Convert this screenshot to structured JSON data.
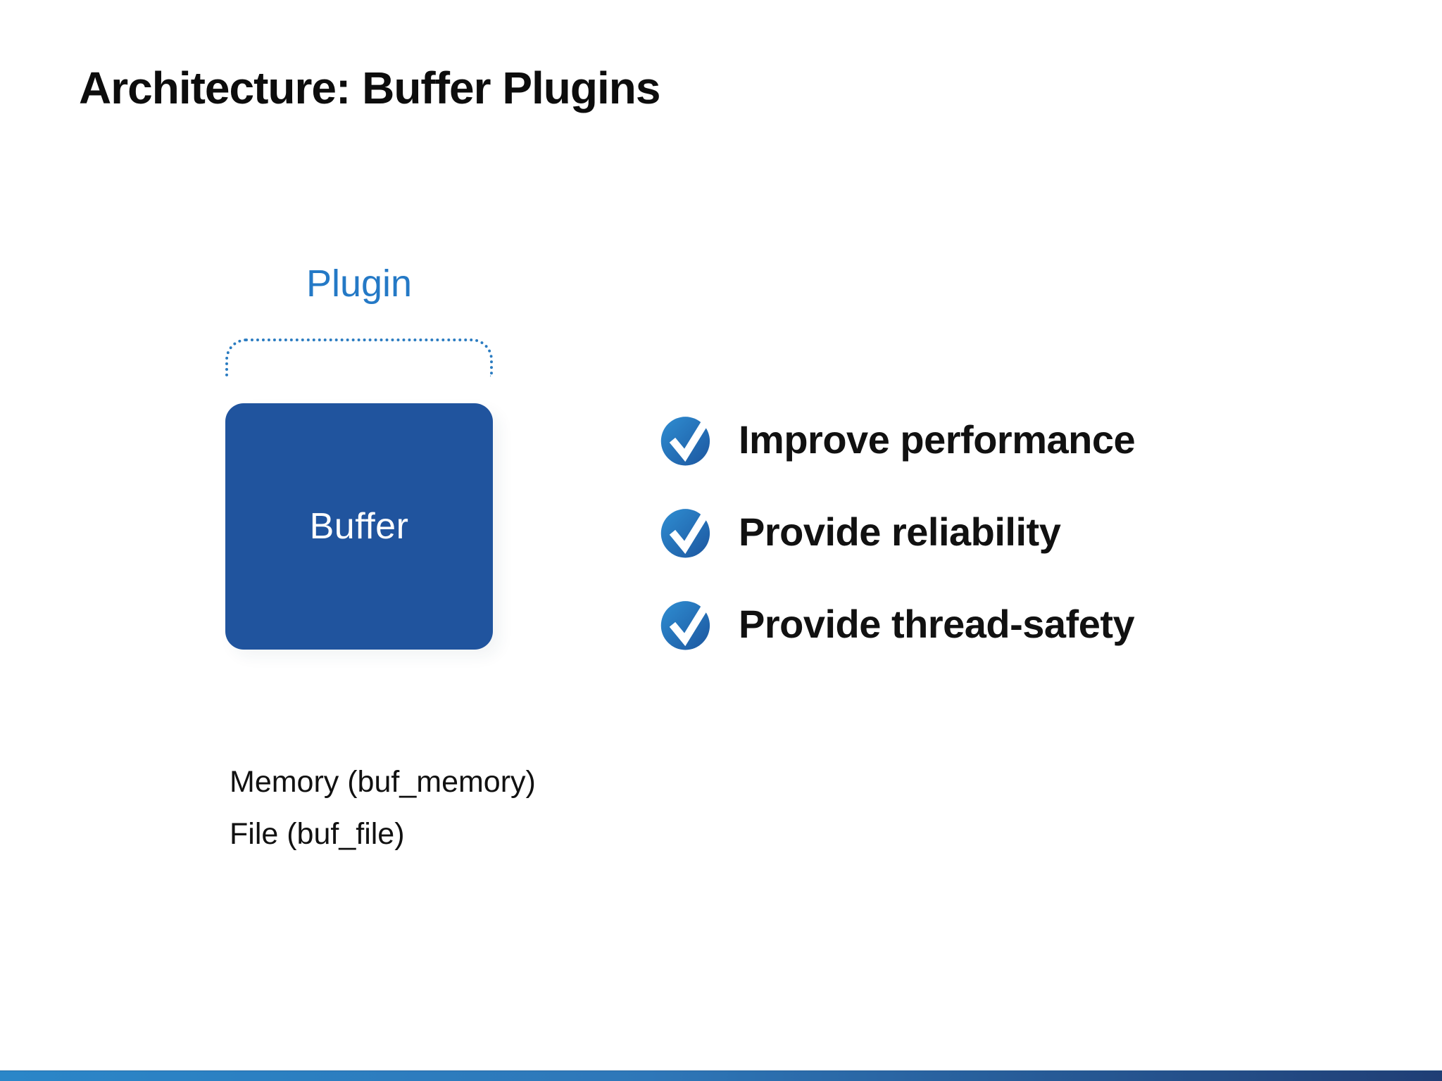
{
  "slide": {
    "title": "Architecture: Buffer Plugins",
    "diagram": {
      "plugin_label": "Plugin",
      "buffer_label": "Buffer"
    },
    "checklist": {
      "items": [
        {
          "label": "Improve performance"
        },
        {
          "label": "Provide reliability"
        },
        {
          "label": "Provide thread-safety"
        }
      ]
    },
    "notes": [
      {
        "text": "Memory (buf_memory)"
      },
      {
        "text": "File (buf_file)"
      }
    ],
    "colors": {
      "accent_blue": "#2479c6",
      "box_blue": "#20549e",
      "check_gradient_start": "#2f8ed2",
      "check_gradient_end": "#1c569f",
      "bar_gradient_start": "#2b86c8",
      "bar_gradient_end": "#203e75",
      "title_color": "#0d0d0d"
    }
  }
}
